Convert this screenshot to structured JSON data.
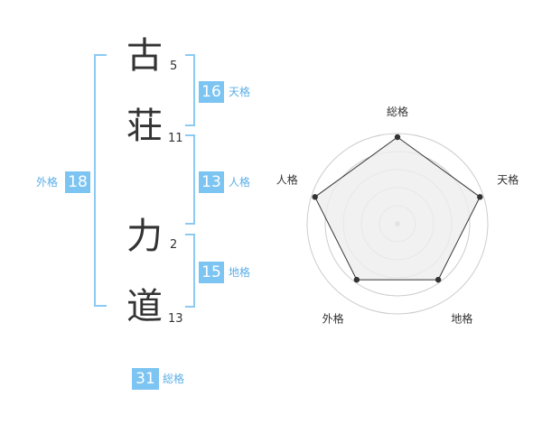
{
  "name": {
    "chars": [
      {
        "char": "古",
        "strokes": "5"
      },
      {
        "char": "荘",
        "strokes": "11"
      },
      {
        "char": "力",
        "strokes": "2"
      },
      {
        "char": "道",
        "strokes": "13"
      }
    ]
  },
  "grids": {
    "ten": {
      "value": "16",
      "label": "天格"
    },
    "jin": {
      "value": "13",
      "label": "人格"
    },
    "chi": {
      "value": "15",
      "label": "地格"
    },
    "gai": {
      "value": "18",
      "label": "外格"
    },
    "so": {
      "value": "31",
      "label": "総格"
    }
  },
  "chart_data": {
    "type": "radar",
    "axes": [
      "総格",
      "天格",
      "地格",
      "外格",
      "人格"
    ],
    "values": [
      5,
      5,
      4,
      4,
      5
    ],
    "max": 5,
    "rings": 5,
    "colors": {
      "fill": "#eeeeee",
      "line": "#333333",
      "grid": "#cccccc",
      "dot": "#333333"
    }
  }
}
